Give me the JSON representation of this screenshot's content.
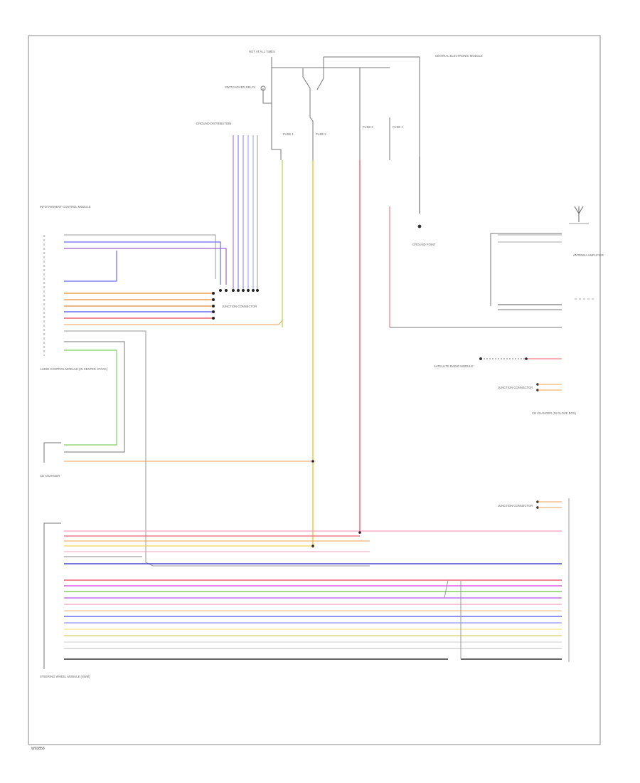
{
  "page": {
    "footer_id": "W03858"
  },
  "top_labels": {
    "hot_at_all_times": "HOT AT ALL TIMES",
    "central_electronic_module": "CENTRAL ELECTRONIC MODULE",
    "switchover_relay": "SWITCHOVER RELAY",
    "ground_distribution": "GROUND DISTRIBUTION",
    "fuse_a": "FUSE 1",
    "fuse_b": "FUSE 2",
    "fuse_c": "FUSE 3",
    "fuse_d": "FUSE 4"
  },
  "components": {
    "audio_unit": "AUDIO CONTROL MODULE (IN CENTER STACK)",
    "infotainment_control": "INFOTAINMENT CONTROL MODULE",
    "ignition_switch": "STEERING WHEEL MODULE (SWM)",
    "cd_changer": "CD CHANGER",
    "cd_player": "CD CHANGER (IN GLOVE BOX)",
    "junction_a": "JUNCTION CONNECTOR",
    "junction_b": "JUNCTION CONNECTOR",
    "junction_c": "JUNCTION CONNECTOR",
    "antenna_module": "ANTENNA AMPLIFIER",
    "satellite_radio": "SATELLITE RADIO MODULE",
    "ground_point": "GROUND POINT"
  },
  "wire_colors": {
    "orange": "#f0a050",
    "yellow": "#f2d25a",
    "red": "#ef6070",
    "blue": "#6a6af0",
    "violet": "#a060d0",
    "green": "#80d060",
    "magenta": "#e060e0",
    "pink": "#f5a0c0",
    "navy": "#4848c8",
    "gray": "#888888",
    "black": "#333333",
    "lightyellow": "#f5ec90",
    "lime": "#b8e060"
  },
  "icons": [
    "antenna-icon",
    "ground-icon",
    "switch-icon",
    "connector-pin-icon"
  ]
}
